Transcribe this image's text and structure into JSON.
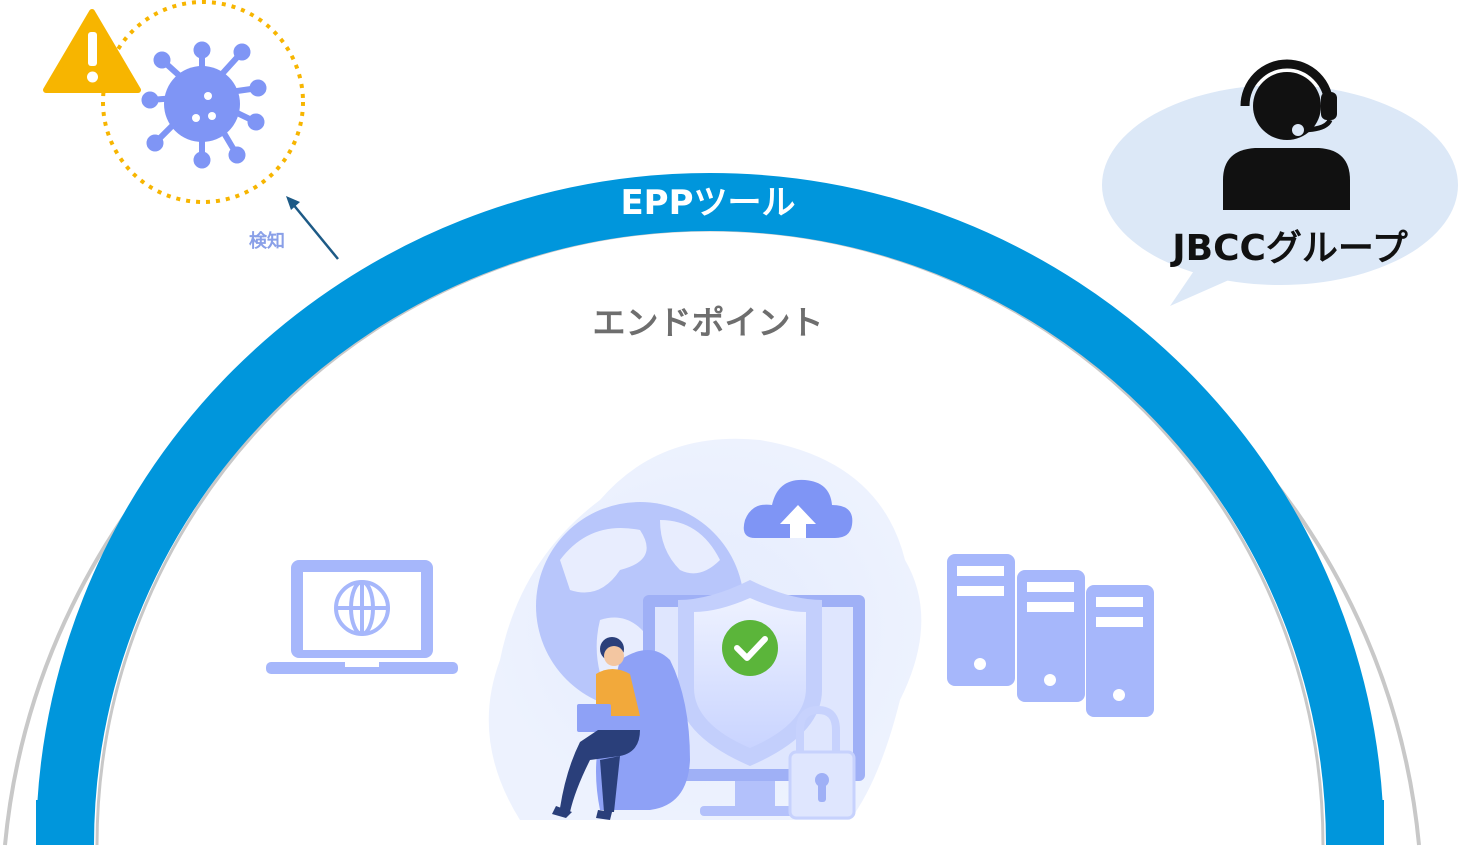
{
  "diagram": {
    "epp_label": "EPPツール",
    "endpoint_label": "エンドポイント",
    "detect_label": "検知",
    "support_label": "JBCCグループ"
  },
  "icons": {
    "warning": "warning-triangle-icon",
    "threat": "virus-icon",
    "support": "support-agent-headset-icon",
    "laptop": "laptop-globe-icon",
    "servers": "server-tower-icon",
    "cloud": "cloud-upload-icon",
    "shield": "shield-check-icon",
    "lock": "padlock-icon",
    "user": "person-with-laptop-icon",
    "globe": "globe-icon"
  },
  "colors": {
    "arc_blue": "#0096dc",
    "arc_outline": "#c8c8c8",
    "virus": "#7f95f5",
    "warning": "#f7b500",
    "device": "#a6b7fb",
    "bubble": "#dce8f7",
    "check": "#5bb53a",
    "person_shirt": "#f2a93b",
    "dark": "#111111"
  }
}
